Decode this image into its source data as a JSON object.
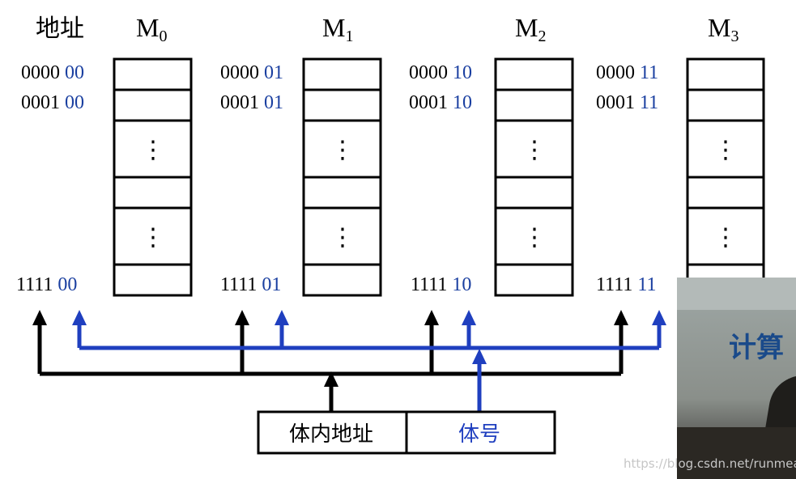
{
  "heading": {
    "address_label": "地址"
  },
  "colors": {
    "black": "#000000",
    "blue": "#1f3fbf",
    "module_index_blue": "#1a3fa0",
    "watermark": "#c0c0c0"
  },
  "modules": [
    {
      "name": "M",
      "sub": "0",
      "addr_first": [
        "0000",
        "00"
      ],
      "addr_second": [
        "0001",
        "00"
      ],
      "addr_last": [
        "1111",
        "00"
      ]
    },
    {
      "name": "M",
      "sub": "1",
      "addr_first": [
        "0000",
        "01"
      ],
      "addr_second": [
        "0001",
        "01"
      ],
      "addr_last": [
        "1111",
        "01"
      ]
    },
    {
      "name": "M",
      "sub": "2",
      "addr_first": [
        "0000",
        "10"
      ],
      "addr_second": [
        "0001",
        "10"
      ],
      "addr_last": [
        "1111",
        "10"
      ]
    },
    {
      "name": "M",
      "sub": "3",
      "addr_first": [
        "0000",
        "11"
      ],
      "addr_second": [
        "0001",
        "11"
      ],
      "addr_last": [
        "1111",
        "11"
      ]
    }
  ],
  "cells": {
    "ellipsis": "⋮"
  },
  "register": {
    "inner_label": "体内地址",
    "bank_label": "体号"
  },
  "overlay": {
    "banner_text": "计算",
    "watermark": "https://blog.csdn.net/runmeat"
  }
}
